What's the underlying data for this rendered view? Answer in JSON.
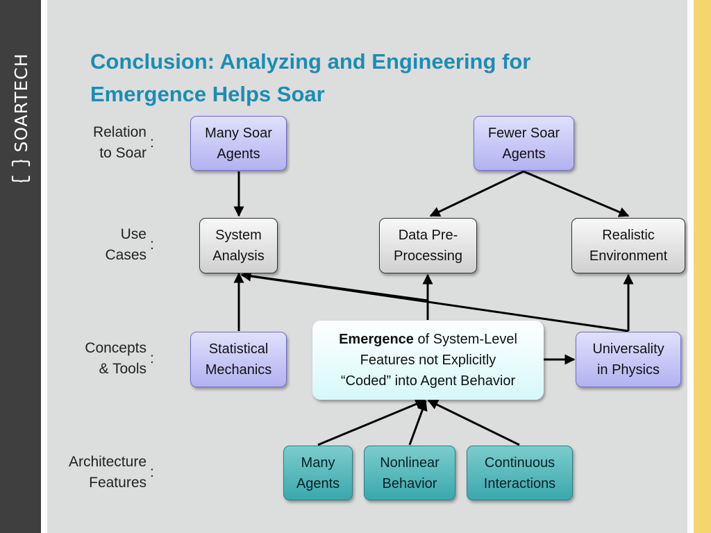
{
  "sidebar": {
    "brand": "SOARTECH"
  },
  "title": "Conclusion: Analyzing and Engineering for Emergence Helps Soar",
  "rows": [
    {
      "label_line1": "Relation",
      "label_line2": "to Soar",
      "colon": ":"
    },
    {
      "label_line1": "Use",
      "label_line2": "Cases",
      "colon": ":"
    },
    {
      "label_line1": "Concepts",
      "label_line2": "& Tools",
      "colon": ":"
    },
    {
      "label_line1": "Architecture",
      "label_line2": "Features",
      "colon": ":"
    }
  ],
  "nodes": {
    "many_soar_agents": {
      "line1": "Many Soar",
      "line2": "Agents"
    },
    "fewer_soar_agents": {
      "line1": "Fewer Soar",
      "line2": "Agents"
    },
    "system_analysis": {
      "line1": "System",
      "line2": "Analysis"
    },
    "data_preprocessing": {
      "line1": "Data Pre-",
      "line2": "Processing"
    },
    "realistic_environment": {
      "line1": "Realistic",
      "line2": "Environment"
    },
    "statistical_mechanics": {
      "line1": "Statistical",
      "line2": "Mechanics"
    },
    "emergence": {
      "bold": "Emergence",
      "line1_rest": " of System-Level",
      "line2": "Features not Explicitly",
      "line3": "“Coded” into Agent Behavior"
    },
    "universality": {
      "line1": "Universality",
      "line2": "in Physics"
    },
    "many_agents": {
      "line1": "Many",
      "line2": "Agents"
    },
    "nonlinear": {
      "line1": "Nonlinear",
      "line2": "Behavior"
    },
    "continuous": {
      "line1": "Continuous",
      "line2": "Interactions"
    }
  },
  "colors": {
    "title": "#1a8db5",
    "sidebar": "#3f3f3f",
    "accent_strip": "#f5d66e"
  }
}
